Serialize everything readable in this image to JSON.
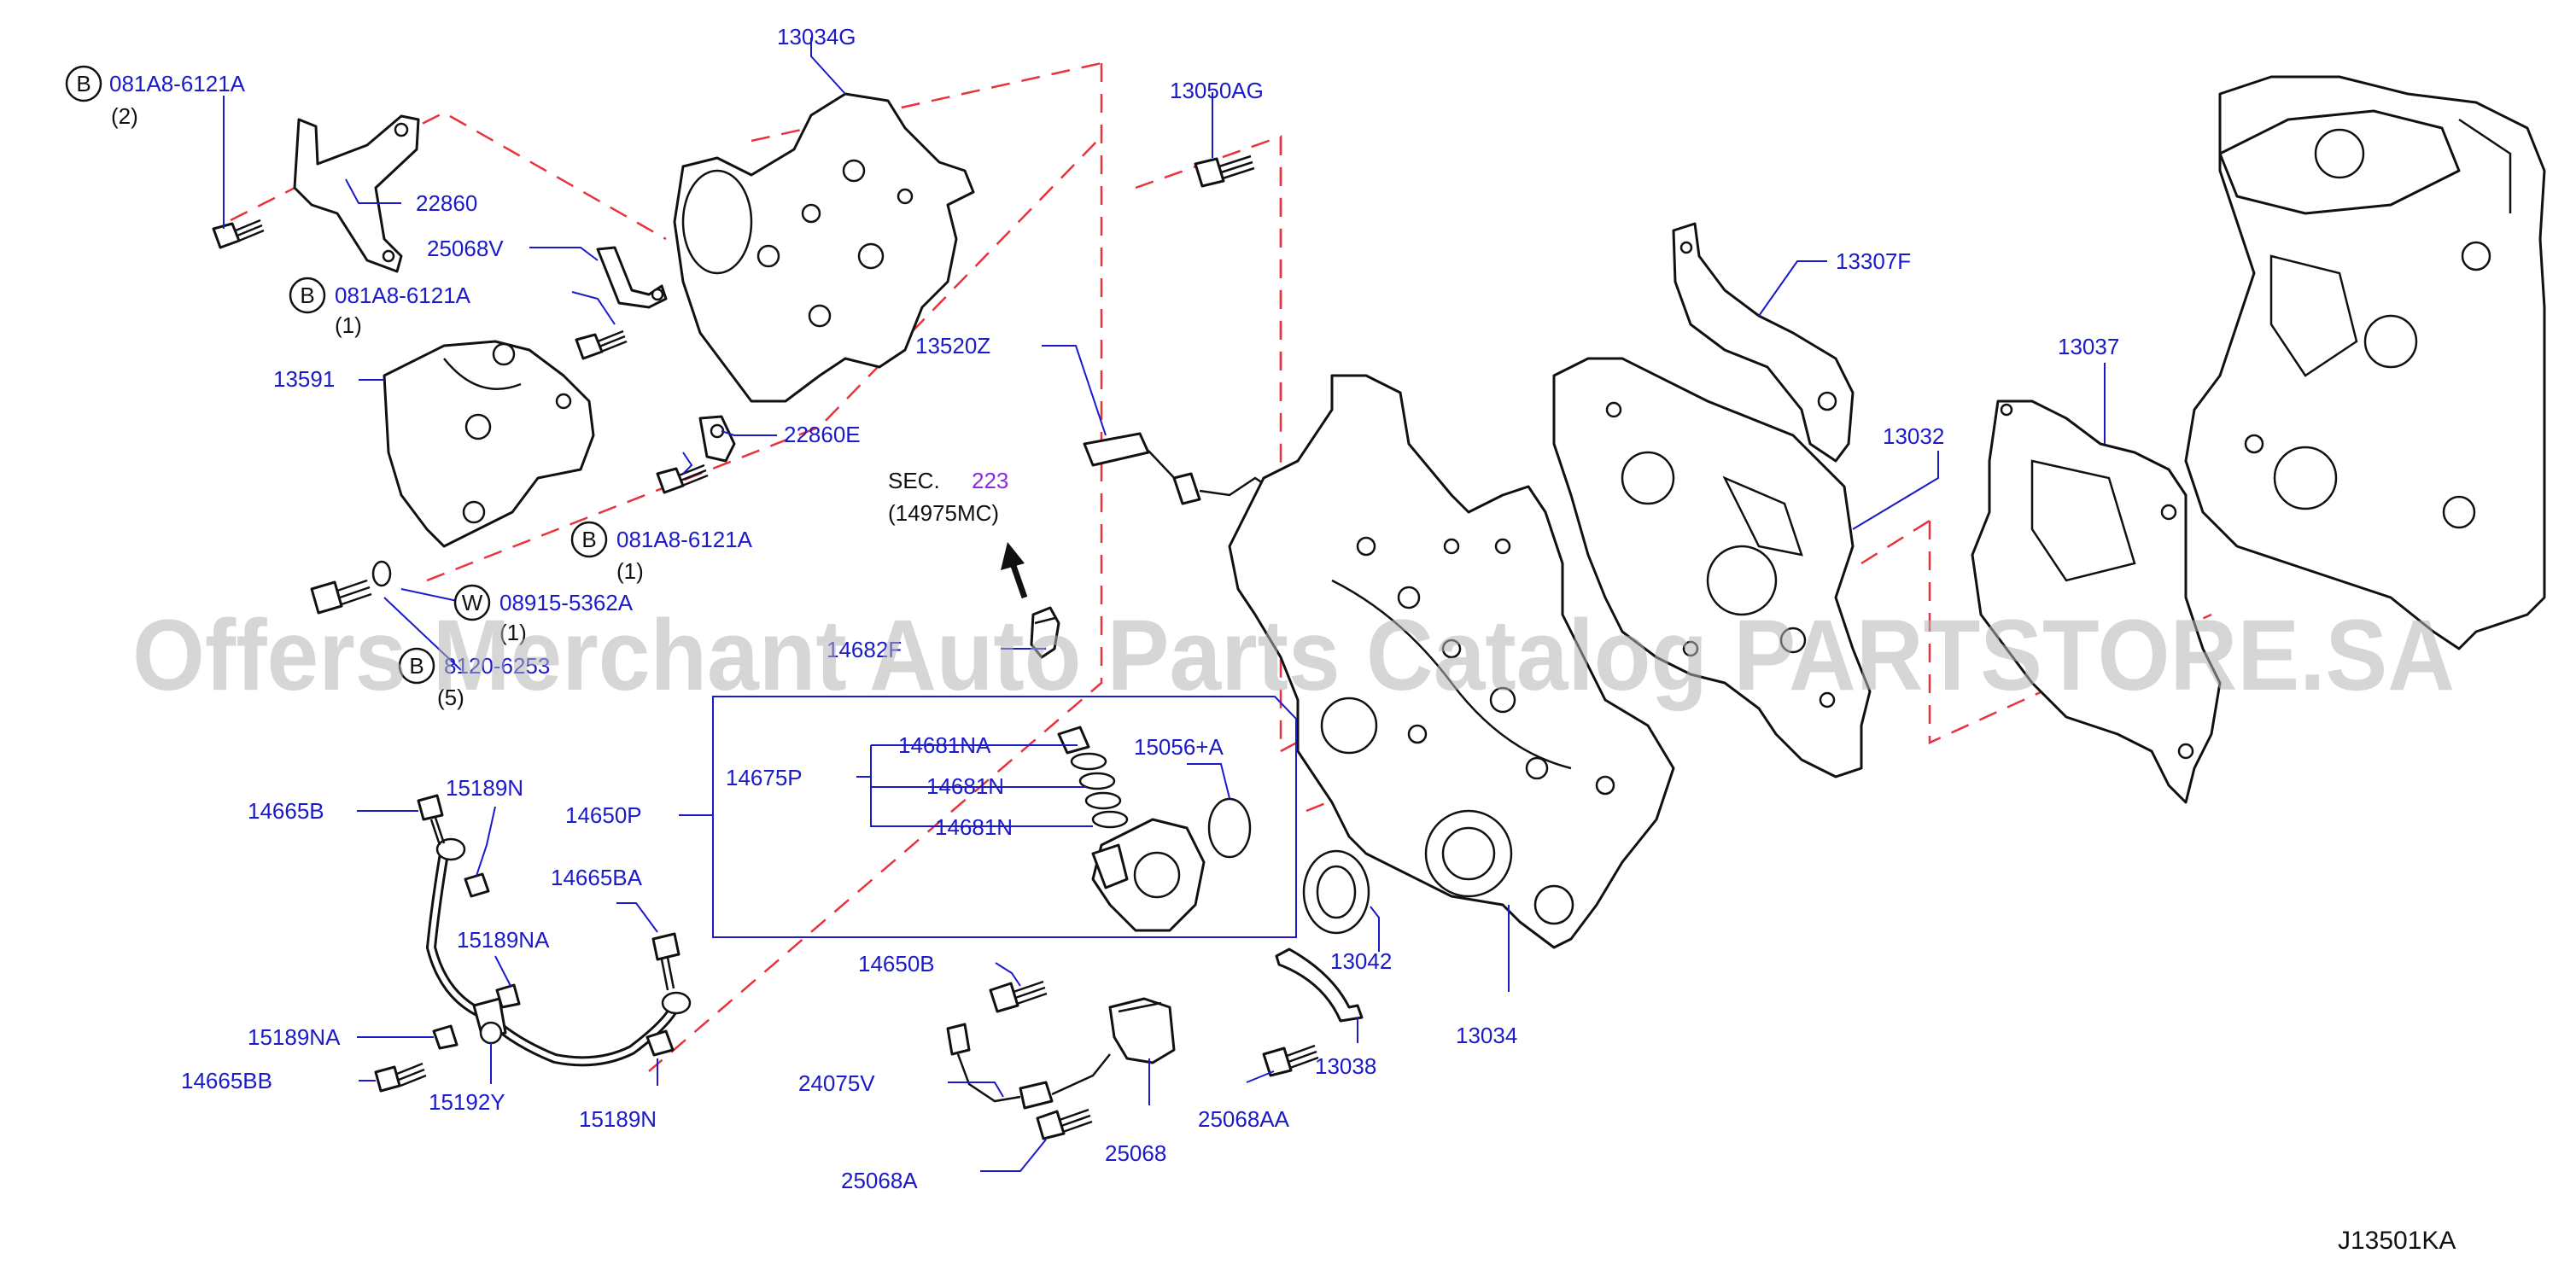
{
  "diagram_id": "J13501KA",
  "watermark": "Offers Merchant Auto Parts Catalog PARTSTORE.SA",
  "sec_reference": {
    "label": "SEC.",
    "number": "223",
    "sub": "(14975MC)"
  },
  "callout_letters": {
    "b": "B",
    "w": "W"
  },
  "qty": {
    "q2": "(2)",
    "q1a": "(1)",
    "q1b": "(1)",
    "q1c": "(1)",
    "q5": "(5)"
  },
  "part_labels": {
    "p081a8_1": "081A8-6121A",
    "p081a8_2": "081A8-6121A",
    "p081a8_3": "081A8-6121A",
    "p08915": "08915-5362A",
    "p081b_hidden": "8120-6253",
    "p13034g": "13034G",
    "p22860": "22860",
    "p25068v": "25068V",
    "p13591": "13591",
    "p22860e": "22860E",
    "p13050ag": "13050AG",
    "p13520z": "13520Z",
    "p14682": "14682F",
    "p13307f": "13307F",
    "p13037": "13037",
    "p13032": "13032",
    "p14681na": "14681NA",
    "p14681n_1": "14681N",
    "p14681n_2": "14681N",
    "p14675p": "14675P",
    "p15056a": "15056+A",
    "p14650p": "14650P",
    "p14665b": "14665B",
    "p15189n_1": "15189N",
    "p14665ba": "14665BA",
    "p15189na_1": "15189NA",
    "p15189na_2": "15189NA",
    "p14665bb": "14665BB",
    "p15192y": "15192Y",
    "p15189n_2": "15189N",
    "p14650b": "14650B",
    "p13042": "13042",
    "p13038": "13038",
    "p13034": "13034",
    "p24075v": "24075V",
    "p25068aa": "25068AA",
    "p25068": "25068",
    "p25068a": "25068A"
  }
}
